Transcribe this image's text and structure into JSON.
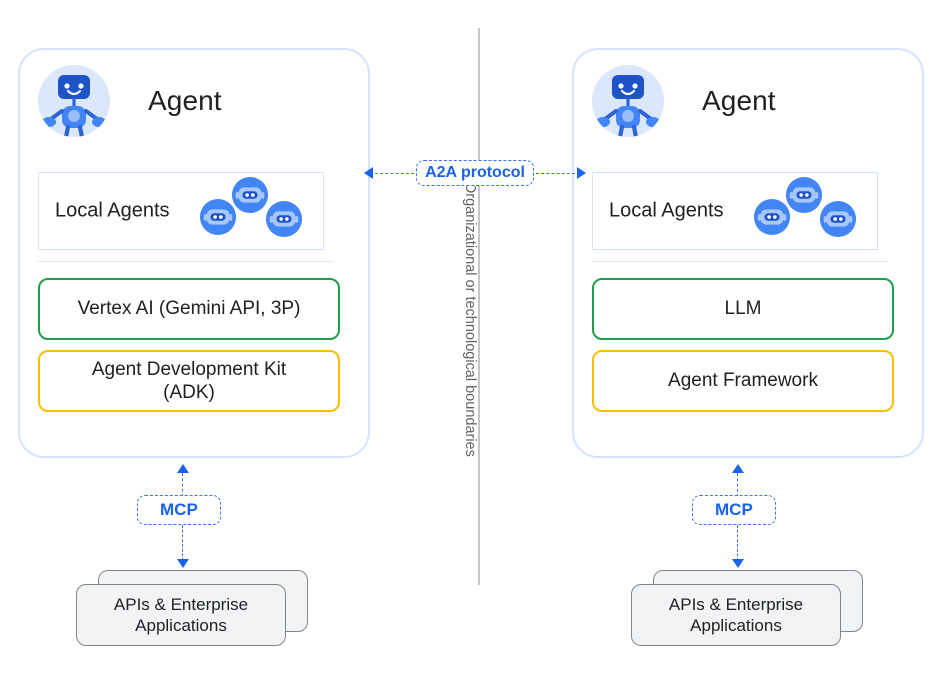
{
  "diagram": {
    "title": "A2A and MCP agent interoperability diagram",
    "colors": {
      "panel_border": "#d7e3fb",
      "green": "#1ea04a",
      "amber": "#fbbc04",
      "blue_accent": "#1a62e8",
      "boundary_gray": "#c4c7c5",
      "card_fill": "#f1f3f4",
      "avatar_bg": "#dbe7fb"
    }
  },
  "left_panel": {
    "title": "Agent",
    "avatar_icon": "robot-avatar-icon",
    "local_agents": {
      "label": "Local Agents",
      "bot_icons": [
        "local-agent-bot-icon",
        "local-agent-bot-icon",
        "local-agent-bot-icon"
      ]
    },
    "model_box": "Vertex AI (Gemini API, 3P)",
    "framework_box": "Agent Development Kit (ADK)",
    "framework_box_line1": "Agent Development Kit",
    "framework_box_line2": "(ADK)"
  },
  "right_panel": {
    "title": "Agent",
    "avatar_icon": "robot-avatar-icon",
    "local_agents": {
      "label": "Local Agents",
      "bot_icons": [
        "local-agent-bot-icon",
        "local-agent-bot-icon",
        "local-agent-bot-icon"
      ]
    },
    "model_box": "LLM",
    "framework_box": "Agent Framework"
  },
  "connectors": {
    "a2a_label": "A2A protocol",
    "mcp_label": "MCP",
    "boundary_label": "Organizational or technological boundaries"
  },
  "api_stack": {
    "line1": "APIs & Enterprise",
    "line2": "Applications"
  }
}
